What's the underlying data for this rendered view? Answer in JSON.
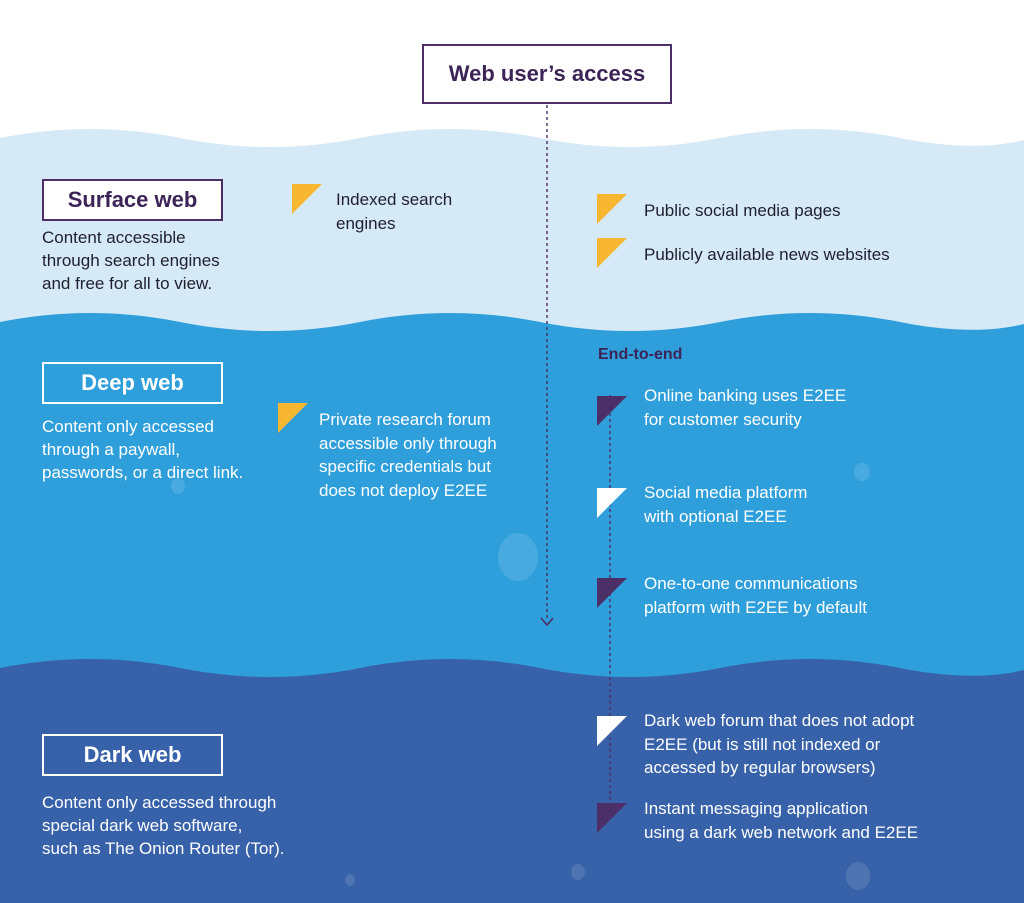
{
  "header": {
    "title": "Web user’s access"
  },
  "layers": {
    "surface": {
      "name": "Surface web",
      "description": "Content accessible\nthrough search engines\nand free for all to view.",
      "items": [
        {
          "text": "Indexed search\nengines",
          "icon": "yellow-flag-icon"
        },
        {
          "text": "Public social media pages",
          "icon": "yellow-flag-icon"
        },
        {
          "text": "Publicly available news websites",
          "icon": "yellow-flag-icon"
        }
      ]
    },
    "deep": {
      "name": "Deep web",
      "description": "Content only accessed\nthrough a paywall,\npasswords, or a direct link.",
      "e2e_label": "End-to-end",
      "items": [
        {
          "text": "Private research forum\naccessible only through\nspecific credentials but\ndoes not deploy E2EE",
          "icon": "yellow-flag-icon"
        },
        {
          "text": "Online banking uses E2EE\nfor customer security",
          "icon": "purple-flag-icon"
        },
        {
          "text": "Social media platform\nwith optional E2EE",
          "icon": "white-flag-icon"
        },
        {
          "text": "One-to-one communications\nplatform with E2EE by default",
          "icon": "purple-flag-icon"
        }
      ]
    },
    "dark": {
      "name": "Dark web",
      "description": "Content only accessed through\nspecial dark web software,\nsuch as The Onion Router (Tor).",
      "items": [
        {
          "text": "Dark web forum that does not adopt\nE2EE (but is still not indexed or\naccessed by regular browsers)",
          "icon": "white-flag-icon"
        },
        {
          "text": "Instant messaging application\nusing a dark web network and E2EE",
          "icon": "purple-flag-icon"
        }
      ]
    }
  },
  "colors": {
    "surface_water": "#d5e9f6",
    "deep_water": "#2f9fdb",
    "dark_water": "#3761a8",
    "accent_purple": "#4b2f66",
    "flag_yellow": "#f7b731"
  }
}
